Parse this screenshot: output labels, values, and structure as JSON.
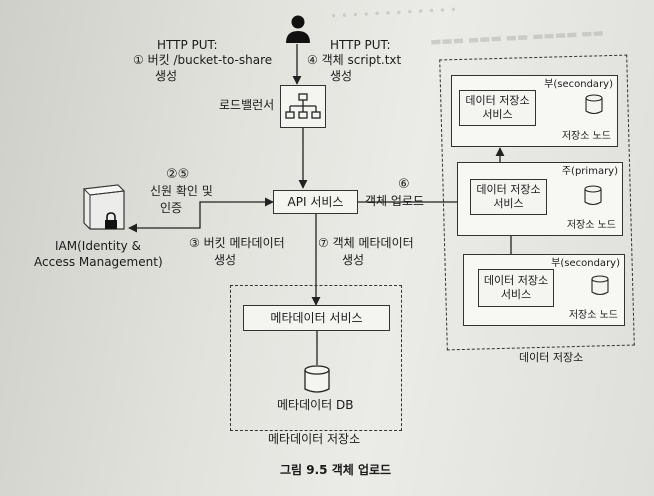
{
  "labels": {
    "http_put_bucket": "HTTP PUT:",
    "bucket_line1": "① 버킷 /bucket-to-share",
    "bucket_line2": "생성",
    "http_put_object": "HTTP PUT:",
    "object_line1": "④ 객체 script.txt",
    "object_line2": "생성",
    "load_balancer": "로드밸런서",
    "auth_steps": "②⑤",
    "auth_line1": "신원 확인 및",
    "auth_line2": "인증",
    "iam_line1": "IAM(Identity &",
    "iam_line2": "Access Management)",
    "api_service": "API 서비스",
    "step6": "⑥",
    "object_upload": "객체 업로드",
    "step3_line1": "③ 버킷 메타데이터",
    "step3_line2": "생성",
    "step7_line1": "⑦ 객체 메타데이터",
    "step7_line2": "생성",
    "metadata_service": "메타데이터 서비스",
    "metadata_db": "메타데이터 DB",
    "metadata_store": "메타데이터 저장소",
    "data_store": "데이터 저장소",
    "caption": "그림 9.5 객체 업로드"
  },
  "nodes": [
    {
      "role": "부(secondary)",
      "service_line1": "데이터 저장소",
      "service_line2": "서비스",
      "node_label": "저장소 노드"
    },
    {
      "role": "주(primary)",
      "service_line1": "데이터 저장소",
      "service_line2": "서비스",
      "node_label": "저장소 노드"
    },
    {
      "role": "부(secondary)",
      "service_line1": "데이터 저장소",
      "service_line2": "서비스",
      "node_label": "저장소 노드"
    }
  ],
  "icons": {
    "user": "user-icon",
    "load_balancer": "load-balancer-icon",
    "iam": "lock-icon",
    "database": "database-icon"
  }
}
